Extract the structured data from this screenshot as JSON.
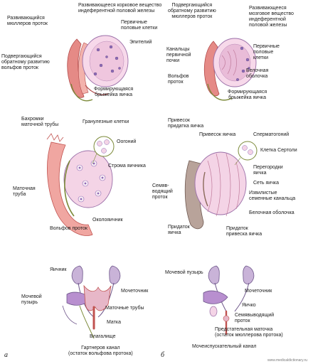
{
  "panel_letters": {
    "a": "а",
    "b": "б"
  },
  "watermark": "www.medicaldictionary.ru",
  "panel_1": {
    "label_cortex": "Развивающееся корковое вещество\nиндеферентной половой железы",
    "label_muller": "Развивающийся\nмюллеров проток",
    "label_primary_cells": "Первичные\nполовые клетки",
    "label_epithelium": "Эпителий",
    "label_wolff": "Подвергающийся\nобратному развитию\nвольфов проток",
    "label_mesentery": "Формирующаяся\nбрыжейка яичка"
  },
  "panel_2": {
    "label_muller": "Подвергающийся\nобратному развитию\nмюллеров проток",
    "label_medulla": "Развивающееся\nмозговое вещество\nиндеферентной\nполовой железы",
    "label_canals": "Канальцы\nпервичной\nпочки",
    "label_primary_cells": "Первичные\nполовые\nклетки",
    "label_tunica": "Белочная\nоболочка",
    "label_wolff": "Вольфов\nпроток",
    "label_mesentery": "Формирующаяся\nбрыжейка яичка"
  },
  "panel_3": {
    "label_fimbriae": "Бахромки\nматочной трубы",
    "label_granulosa": "Гранулезные клетки",
    "label_oogonium": "Оогоний",
    "label_stroma": "Строма яичника",
    "label_tube": "Маточная\nтруба",
    "label_wolff": "Вольфов проток",
    "label_epoophoron": "Околояичник"
  },
  "panel_4": {
    "label_epid_appendix": "Привесок\nпридатка яичка",
    "label_testis_appendix": "Привесок яичка",
    "label_spermatogonium": "Сперматогоний",
    "label_sertoli": "Клетка Сертоли",
    "label_septa": "Перегородки\nяичка",
    "label_rete": "Сеть яичка",
    "label_vas": "Семяв-\nводящий\nпроток",
    "label_tubules": "Извилистые\nсеменные канальца",
    "label_tunica": "Белочная оболочка",
    "label_epididymis": "Придаток\nяичка",
    "label_epid_appendix2": "Придаток\nпривеска яичка"
  },
  "panel_5": {
    "label_ovary": "Яичник",
    "label_bladder": "Мочевой\nпузырь",
    "label_ureter": "Мочеточник",
    "label_tubes": "Маточные трубы",
    "label_uterus": "Матка",
    "label_vagina": "Влагалище",
    "label_gartner": "Гартнеров канал\n(остаток вольфова протока)"
  },
  "panel_6": {
    "label_bladder": "Мочевой пузырь",
    "label_ureter": "Мочеточник",
    "label_testis": "Яичко",
    "label_vas": "Семявыводящий\nпроток",
    "label_utricle": "Предстательная маточка\n(остаток мюллерова протока)",
    "label_urethra": "Мочеиспускательный канал"
  }
}
